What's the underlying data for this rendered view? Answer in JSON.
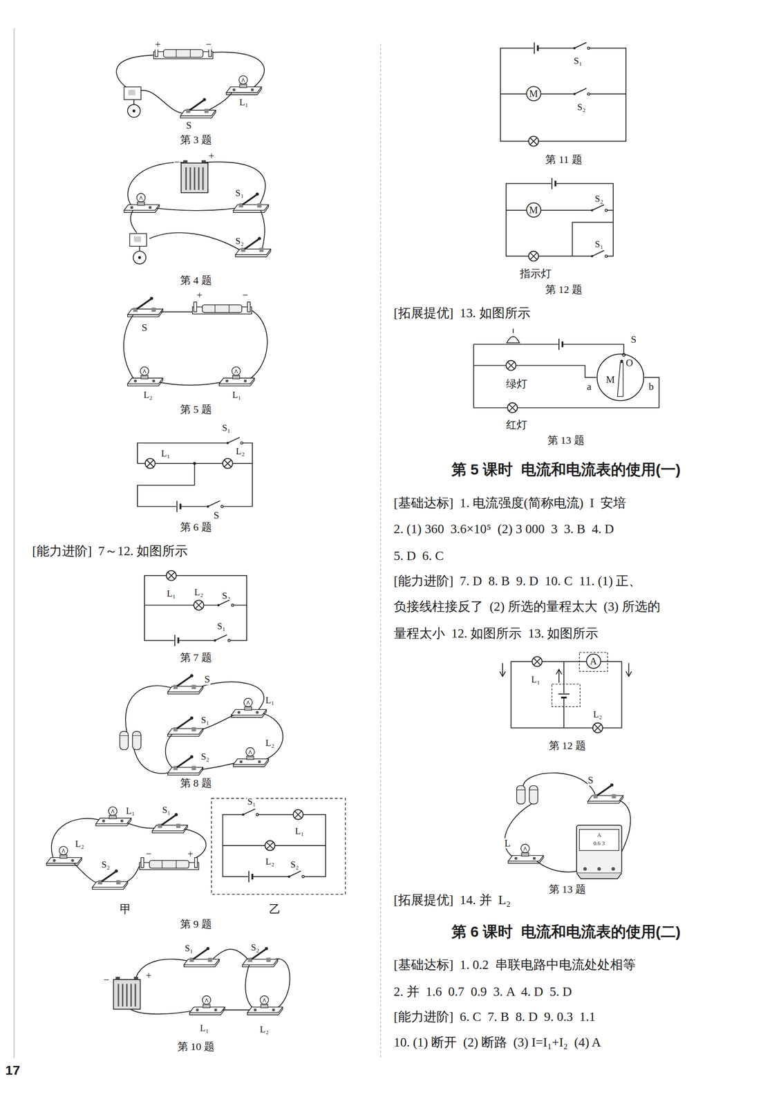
{
  "diagram": {
    "nodes": [
      {
        "text": [
          "M"
        ]
      },
      {
        "text": [
          "M"
        ]
      },
      {
        "text": [
          "O",
          "M"
        ]
      },
      {
        "text": [
          "A"
        ]
      }
    ],
    "labels": [
      "+",
      "−",
      "L₁",
      "S",
      "第 3 题",
      "−",
      "+",
      "S₁",
      "S₂",
      "第 4 题",
      "+",
      "−",
      "S",
      "L₂",
      "L₁",
      "第 5 题",
      "S₁",
      "L₁",
      "L₂",
      "S",
      "第 6 题",
      "[能力进阶]  7～12. 如图所示",
      "L₁",
      "L₂",
      "S₂",
      "S₁",
      "第 7 题",
      "S",
      "L₁",
      "S₁",
      "L₂",
      "S₂",
      "第 8 题",
      "L₁",
      "S₁",
      "L₂",
      "S₂",
      "−",
      "+",
      "S₁",
      "L₁",
      "L₂",
      "S₂",
      "甲",
      "乙",
      "第 9 题",
      "S₁",
      "S₂",
      "−",
      "+",
      "L₁",
      "L₂",
      "第 10 题",
      "17",
      "S₁",
      "S₂",
      "第 11 题",
      "S₂",
      "S₁",
      "指示灯",
      "第 12 题",
      "[拓展提优]  13. 如图所示",
      "S",
      "绿灯",
      "a",
      "b",
      "红灯",
      "第 13 题",
      "第 5 课时  电流和电流表的使用(一)",
      "[基础达标]  1. 电流强度(简称电流)  I  安培",
      "2. (1) 360  3.6×10⁵  (2) 3 000  3  3. B  4. D",
      "5. D  6. C",
      "[能力进阶]  7. D  8. B  9. D  10. C  11. (1) 正、",
      "负接线柱接反了  (2) 所选的量程太大  (3) 所选的",
      "量程太小  12. 如图所示  13. 如图所示",
      "L₁",
      "L₂",
      "第 12 题",
      "S",
      "L",
      "A",
      "0.6 3",
      "第 13 题",
      "[拓展提优]  14. 并  L₂",
      "第 6 课时  电流和电流表的使用(二)",
      "[基础达标]  1. 0.2  串联电路中电流处处相等",
      "2. 并  1.6  0.7  0.9  3. A  4. D  5. D",
      "[能力进阶]  6. C  7. B  8. D  9. 0.3  1.1",
      "10. (1) 断开  (2) 断路  (3) I=I₁+I₂  (4) A"
    ]
  }
}
